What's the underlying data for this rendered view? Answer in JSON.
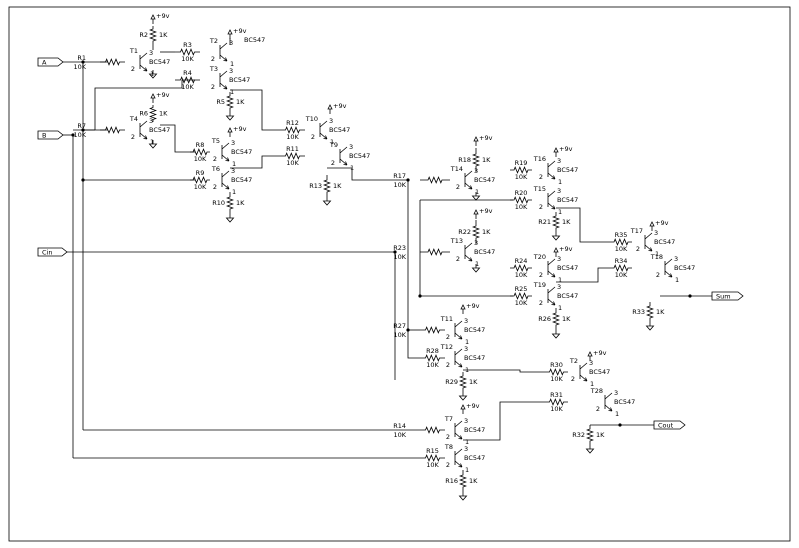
{
  "ports": {
    "A": "A",
    "B": "B",
    "Cin": "Cin",
    "Sum": "Sum",
    "Cout": "Cout"
  },
  "supply": "+9v",
  "transistor_model": "BC547",
  "transistors": [
    {
      "ref": "T1"
    },
    {
      "ref": "T2"
    },
    {
      "ref": "T3"
    },
    {
      "ref": "T4"
    },
    {
      "ref": "T5"
    },
    {
      "ref": "T6"
    },
    {
      "ref": "T7"
    },
    {
      "ref": "T8"
    },
    {
      "ref": "T9"
    },
    {
      "ref": "T10"
    },
    {
      "ref": "T11"
    },
    {
      "ref": "T12"
    },
    {
      "ref": "T13"
    },
    {
      "ref": "T14"
    },
    {
      "ref": "T15"
    },
    {
      "ref": "T16"
    },
    {
      "ref": "T17"
    },
    {
      "ref": "T18"
    },
    {
      "ref": "T19"
    },
    {
      "ref": "T20"
    },
    {
      "ref": "T28"
    }
  ],
  "resistors": [
    {
      "ref": "R1",
      "value": "10K"
    },
    {
      "ref": "R2",
      "value": "1K"
    },
    {
      "ref": "R3",
      "value": "10K"
    },
    {
      "ref": "R4",
      "value": "10K"
    },
    {
      "ref": "R5",
      "value": "1K"
    },
    {
      "ref": "R6",
      "value": "1K"
    },
    {
      "ref": "R7",
      "value": "10K"
    },
    {
      "ref": "R8",
      "value": "10K"
    },
    {
      "ref": "R9",
      "value": "10K"
    },
    {
      "ref": "R10",
      "value": "1K"
    },
    {
      "ref": "R11",
      "value": "10K"
    },
    {
      "ref": "R12",
      "value": "10K"
    },
    {
      "ref": "R13",
      "value": "1K"
    },
    {
      "ref": "R14",
      "value": "10K"
    },
    {
      "ref": "R15",
      "value": "10K"
    },
    {
      "ref": "R16",
      "value": "1K"
    },
    {
      "ref": "R17",
      "value": "10K"
    },
    {
      "ref": "R18",
      "value": "1K"
    },
    {
      "ref": "R19",
      "value": "10K"
    },
    {
      "ref": "R20",
      "value": "10K"
    },
    {
      "ref": "R21",
      "value": "1K"
    },
    {
      "ref": "R22",
      "value": "1K"
    },
    {
      "ref": "R23",
      "value": "10K"
    },
    {
      "ref": "R24",
      "value": "10K"
    },
    {
      "ref": "R25",
      "value": "10K"
    },
    {
      "ref": "R26",
      "value": "1K"
    },
    {
      "ref": "R27",
      "value": "10K"
    },
    {
      "ref": "R28",
      "value": "10K"
    },
    {
      "ref": "R29",
      "value": "1K"
    },
    {
      "ref": "R30",
      "value": "10K"
    },
    {
      "ref": "R31",
      "value": "10K"
    },
    {
      "ref": "R32",
      "value": "1K"
    },
    {
      "ref": "R33",
      "value": "1K"
    },
    {
      "ref": "R34",
      "value": "10K"
    },
    {
      "ref": "R35",
      "value": "10K"
    }
  ]
}
